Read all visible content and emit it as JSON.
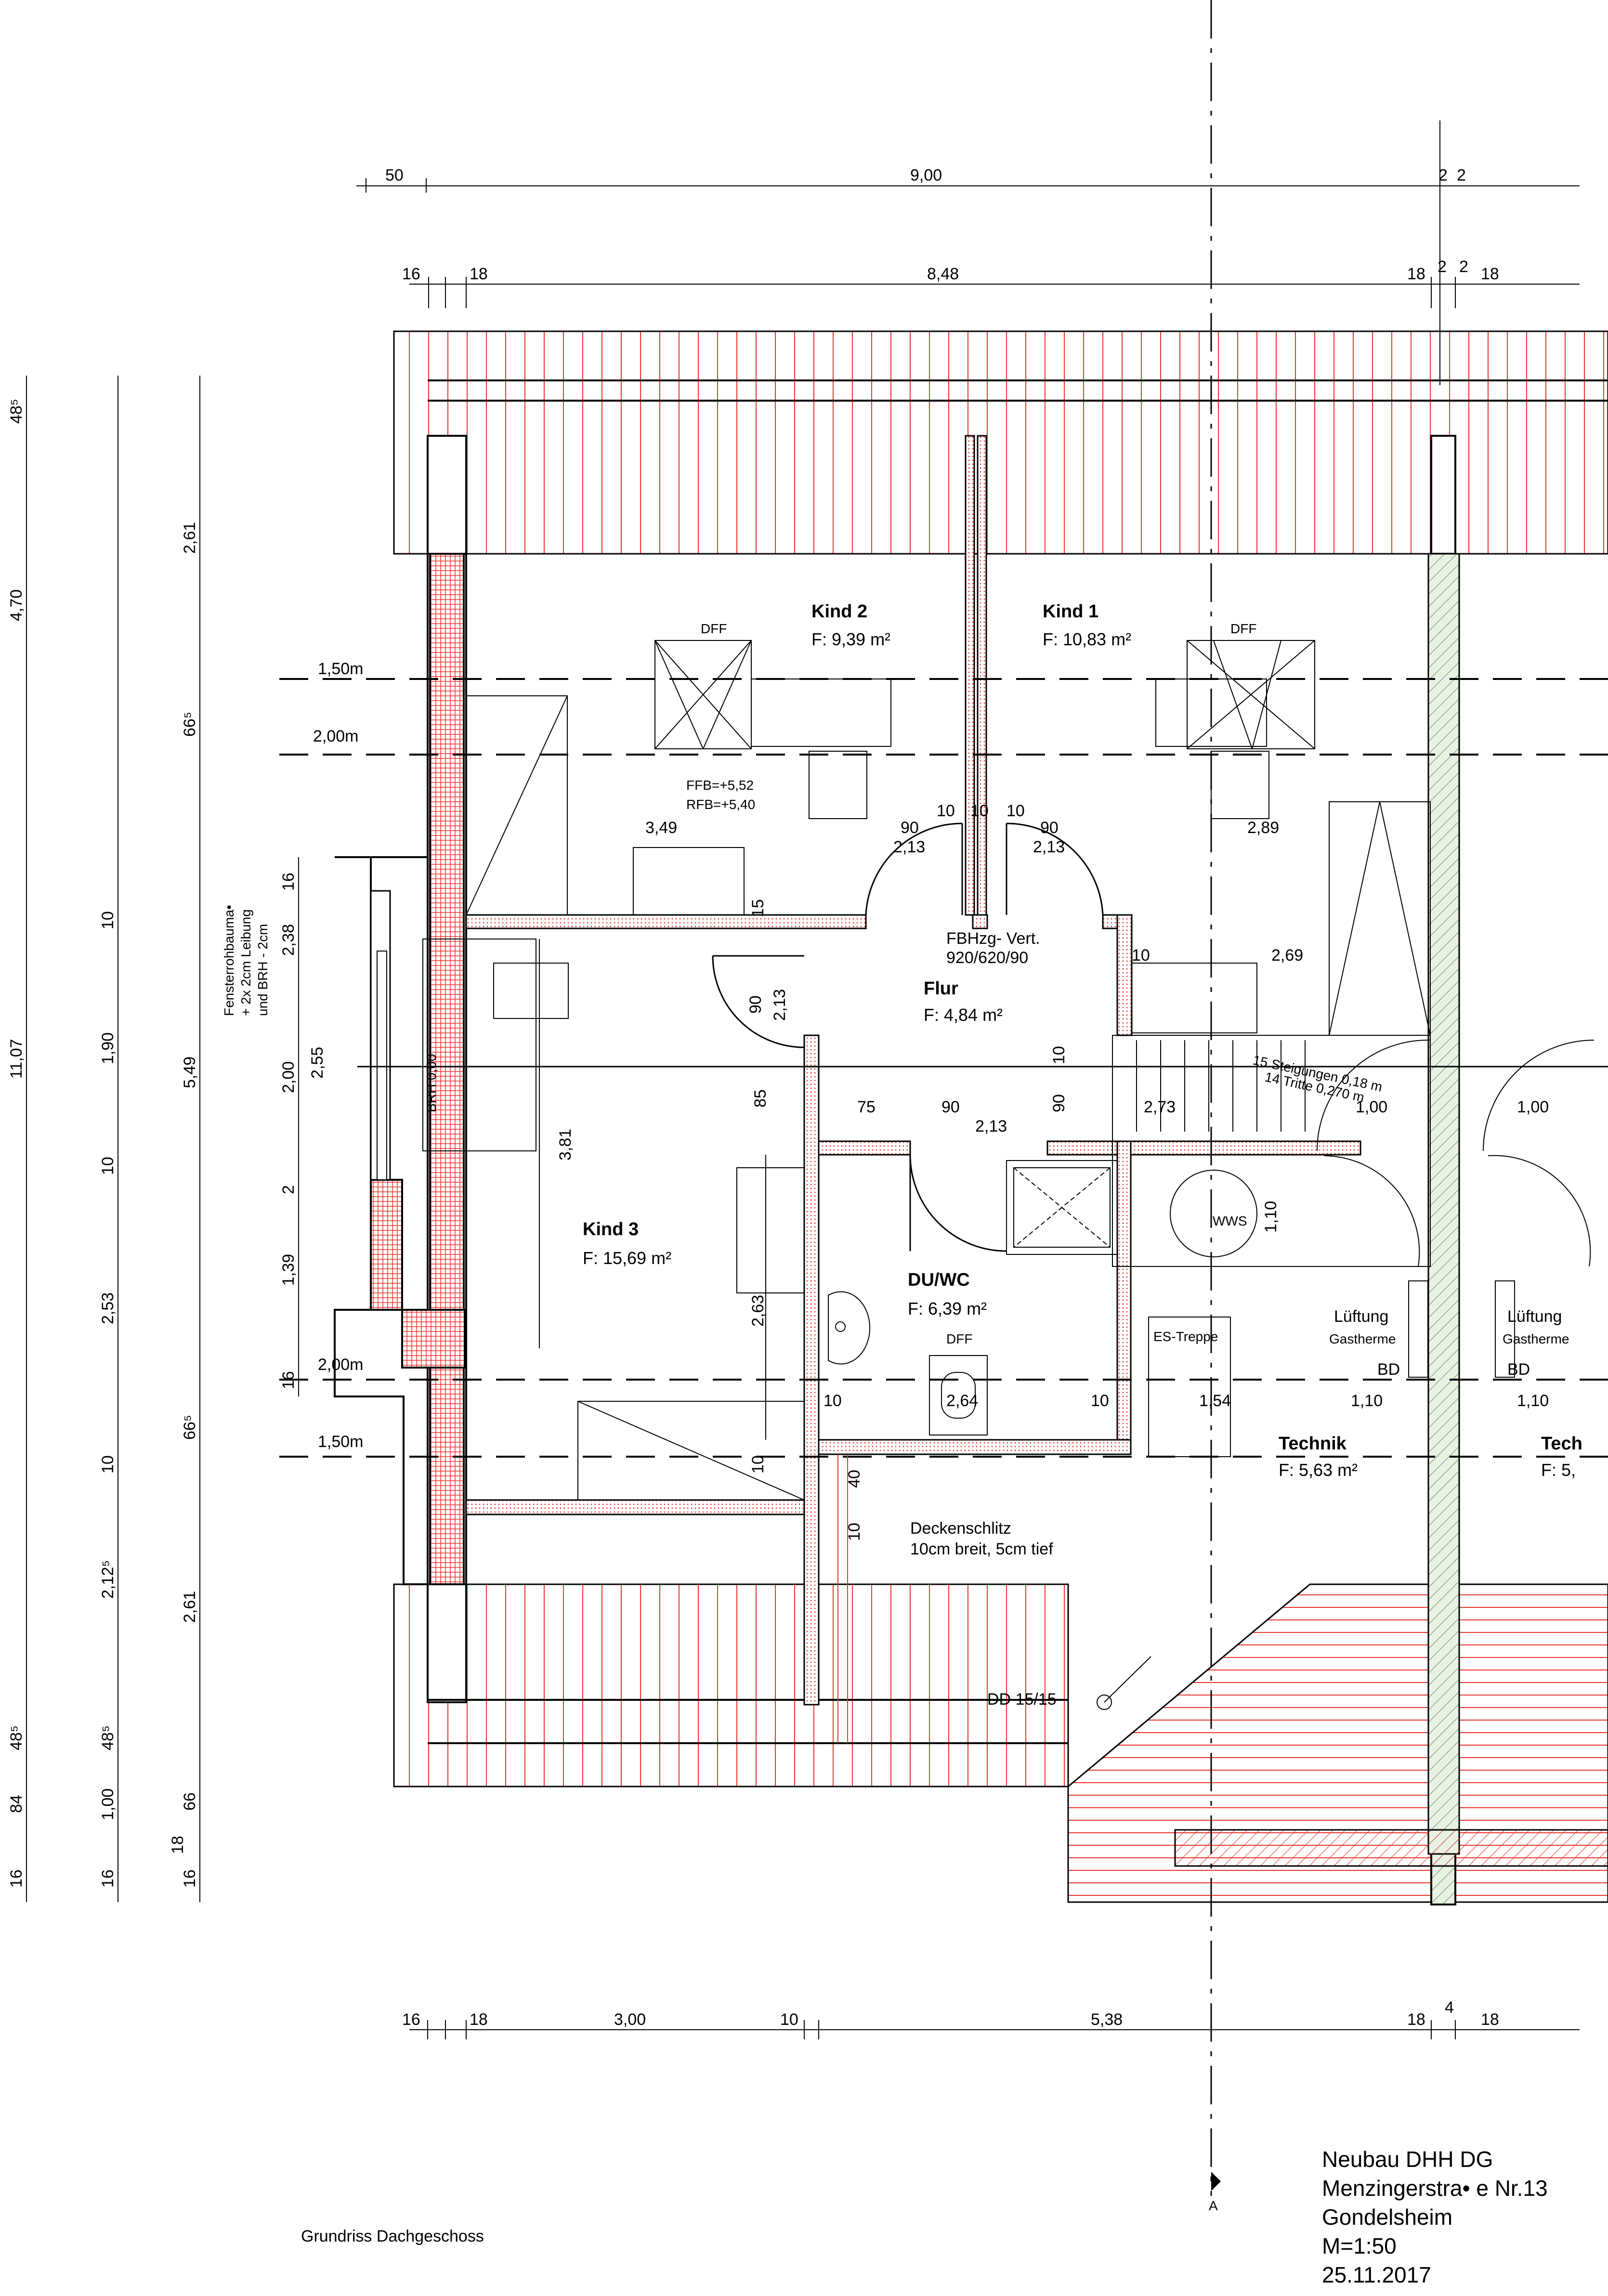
{
  "top_dims_1": [
    "50",
    "9,00",
    "2",
    "2"
  ],
  "top_dims_2": [
    "16",
    "18",
    "8,48",
    "18",
    "2",
    "2",
    "18"
  ],
  "bottom_dims": [
    "16",
    "18",
    "3,00",
    "10",
    "5,38",
    "18",
    "4",
    "18"
  ],
  "left_dims_outer": [
    "48⁵",
    "4,70",
    "11,07",
    "48⁵",
    "84",
    "16"
  ],
  "left_dims_mid": [
    "10",
    "1,90",
    "10",
    "2,53",
    "10",
    "2,12⁵",
    "48⁵",
    "1,00",
    "16"
  ],
  "left_dims_inner": [
    "2,61",
    "66⁵",
    "5,49",
    "66⁵",
    "2,61",
    "66",
    "18",
    "16"
  ],
  "window_note": [
    "Fensterrohbauma•",
    "+ 2x 2cm Leibung",
    "und BRH - 2cm"
  ],
  "height_lines": [
    "1,50m",
    "2,00m",
    "2,00m",
    "1,50m"
  ],
  "rooms": {
    "kind2": {
      "name": "Kind 2",
      "area": "F: 9,39 m²"
    },
    "kind1": {
      "name": "Kind 1",
      "area": "F: 10,83 m²"
    },
    "flur": {
      "name": "Flur",
      "area": "F: 4,84 m²"
    },
    "kind3": {
      "name": "Kind 3",
      "area": "F: 15,69 m²"
    },
    "duwc": {
      "name": "DU/WC",
      "area": "F: 6,39 m²"
    },
    "technik": {
      "name": "Technik",
      "area": "F: 5,63 m²"
    },
    "technik2": {
      "name": "Tech",
      "area": "F: 5,"
    }
  },
  "labels": {
    "dff": "DFF",
    "ffb": "FFB=+5,52",
    "rfb": "RFB=+5,40",
    "fbhzg1": "FBHzg- Vert.",
    "fbhzg2": "920/620/90",
    "wws": "WWS",
    "es_treppe": "ES-Treppe",
    "lueftung": "Lüftung",
    "gastherme": "Gastherme",
    "bd": "BD",
    "brh": "BRH 0,00",
    "steigungen": "15 Steigungen 0,18 m",
    "tritte": "14 Tritte 0,270 m",
    "deckenschlitz1": "Deckenschlitz",
    "deckenschlitz2": "10cm breit, 5cm tief",
    "dd": "DD 15/15",
    "section": "A"
  },
  "room_dims": [
    "3,49",
    "90",
    "2,13",
    "10",
    "10",
    "90",
    "2,13",
    "10",
    "2,89",
    "10",
    "2,69",
    "15",
    "90",
    "2,13",
    "10",
    "85",
    "75",
    "90",
    "2,13",
    "90",
    "2,73",
    "1,00",
    "1,00",
    "1,10",
    "3,81",
    "2,63",
    "10",
    "2,64",
    "10",
    "1,54",
    "1,10",
    "1,10",
    "10",
    "40",
    "10",
    "2,38",
    "16",
    "2,55",
    "2,00",
    "2",
    "1,39",
    "16"
  ],
  "caption": "Grundriss Dachgeschoss",
  "title_block": [
    "Neubau DHH  DG",
    "Menzingerstra• e Nr.13",
    "Gondelsheim",
    "M=1:50",
    "25.11.2017"
  ]
}
